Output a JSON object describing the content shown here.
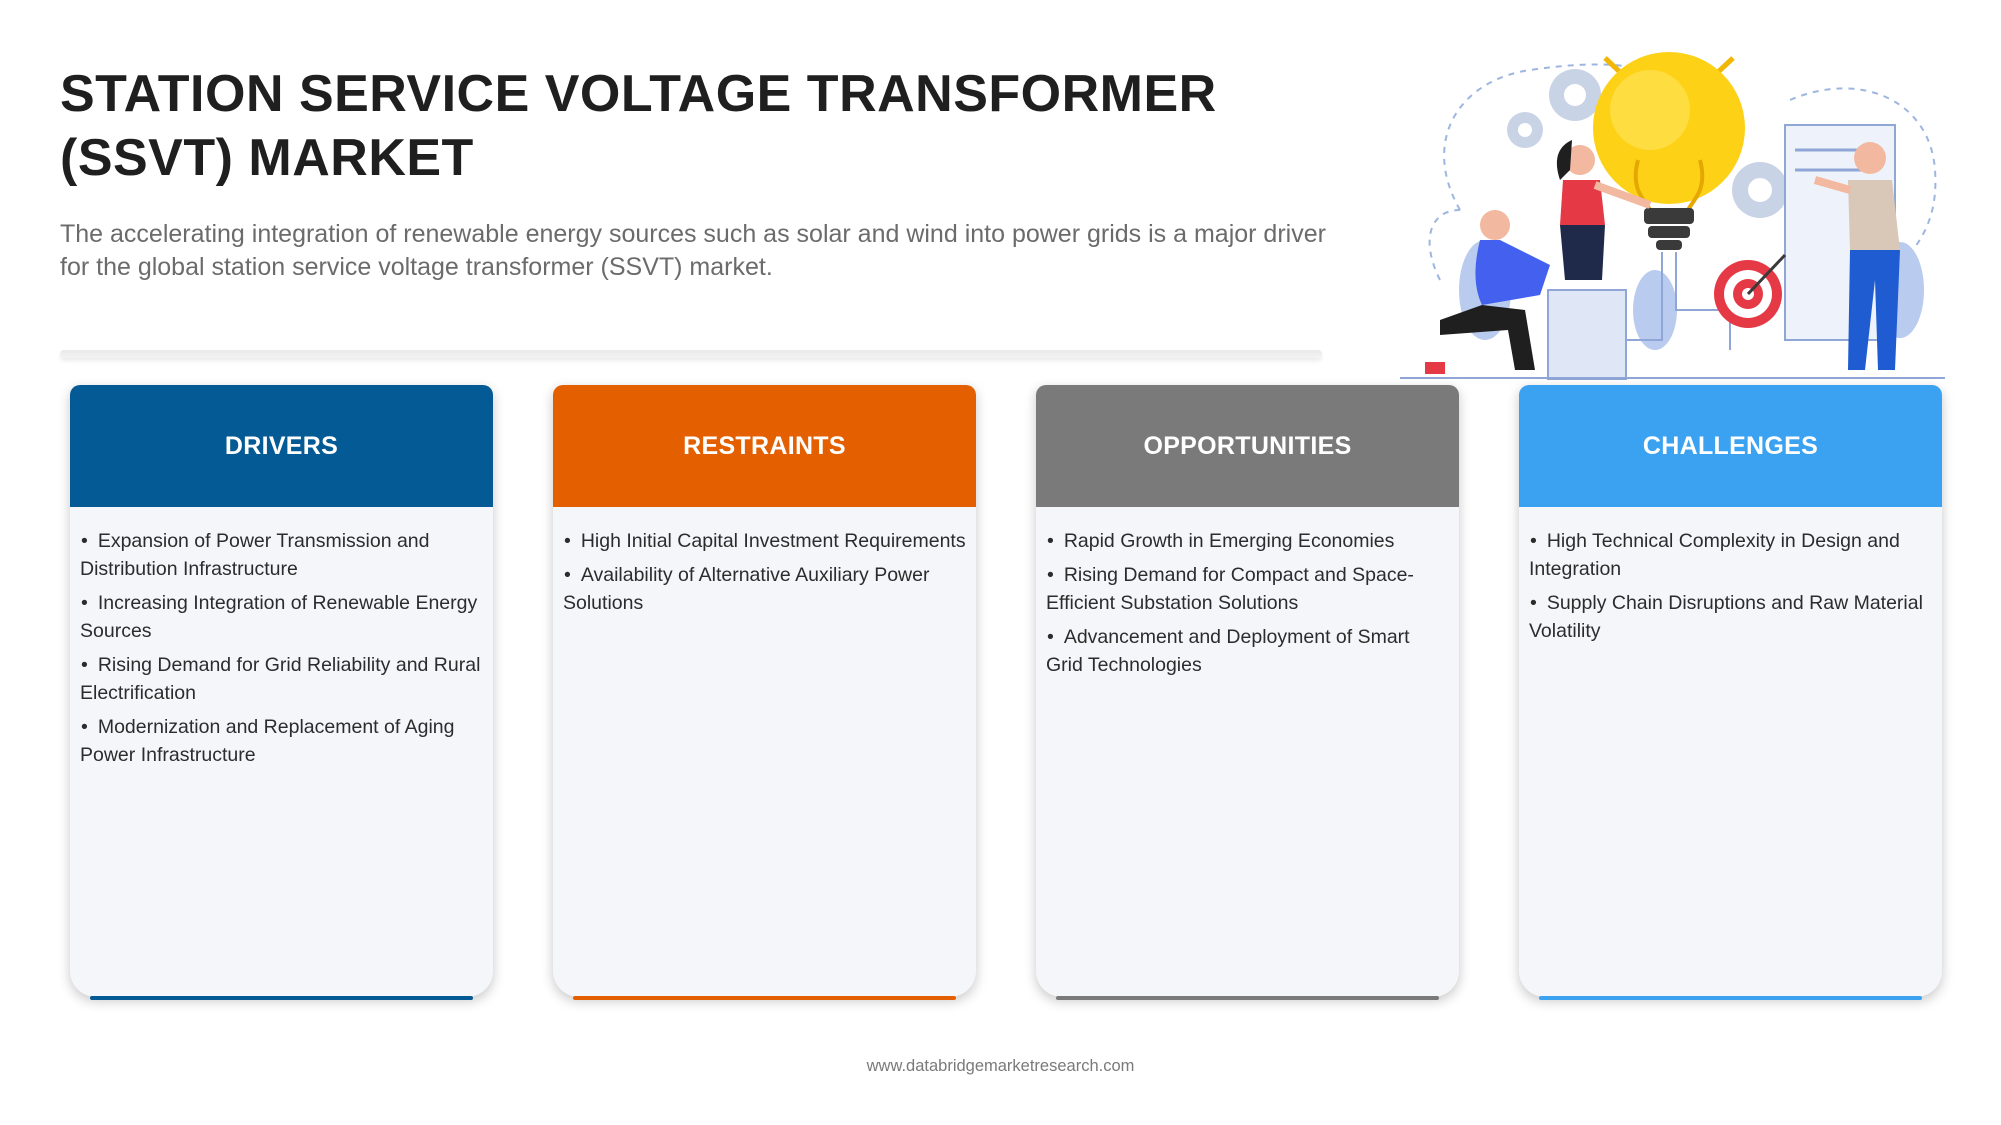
{
  "title": "STATION SERVICE VOLTAGE TRANSFORMER (SSVT) MARKET",
  "subtitle": "The accelerating integration of renewable energy sources such as solar and wind into power grids is a major driver for the global station service voltage transformer (SSVT) market.",
  "colors": {
    "drivers": "#045a94",
    "restraints": "#e45f00",
    "opportunities": "#7a7a7a",
    "challenges": "#3ba2f2"
  },
  "cards": [
    {
      "header": "DRIVERS",
      "items": [
        "Expansion of Power Transmission and Distribution Infrastructure",
        "Increasing Integration of Renewable Energy Sources",
        "Rising Demand for Grid Reliability and Rural Electrification",
        "Modernization and Replacement of Aging Power Infrastructure"
      ]
    },
    {
      "header": "RESTRAINTS",
      "items": [
        "High Initial Capital Investment Requirements",
        "Availability of Alternative Auxiliary Power Solutions"
      ]
    },
    {
      "header": "OPPORTUNITIES",
      "items": [
        "Rapid Growth in Emerging Economies",
        "Rising Demand for Compact and Space-Efficient Substation Solutions",
        "Advancement and Deployment of Smart Grid Technologies"
      ]
    },
    {
      "header": "CHALLENGES",
      "items": [
        "High Technical Complexity in Design and Integration",
        "Supply Chain Disruptions and Raw Material Volatility"
      ]
    }
  ],
  "illustration": {
    "icons": [
      "light-bulb-icon",
      "gear-icon",
      "target-icon",
      "person-icon",
      "plant-icon"
    ]
  },
  "footer": "www.databridgemarketresearch.com"
}
